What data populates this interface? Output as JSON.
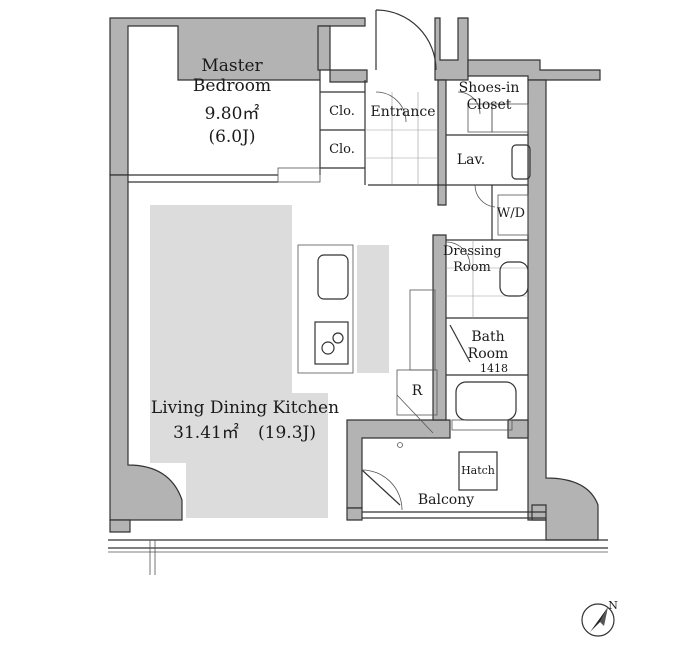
{
  "rooms": {
    "master_bedroom": {
      "name": "Master\nBedroom",
      "area": "9.80㎡",
      "jo": "(6.0J)"
    },
    "closet_1": "Clo.",
    "closet_2": "Clo.",
    "entrance": "Entrance",
    "shoes_in_closet": "Shoes-in\nCloset",
    "lavatory": "Lav.",
    "washer_dryer": "W/D",
    "dressing_room": "Dressing\nRoom",
    "bath_room": {
      "name": "Bath\nRoom",
      "size": "1418"
    },
    "refrigerator": "R",
    "ldk": {
      "name": "Living Dining Kitchen",
      "area": "31.41㎡",
      "jo": "(19.3J)"
    },
    "hatch": "Hatch",
    "balcony": "Balcony"
  },
  "compass": {
    "north_label": "N"
  },
  "colors": {
    "wall": "#b3b3b3",
    "line": "#333333",
    "furniture": "#dcdcdc"
  }
}
